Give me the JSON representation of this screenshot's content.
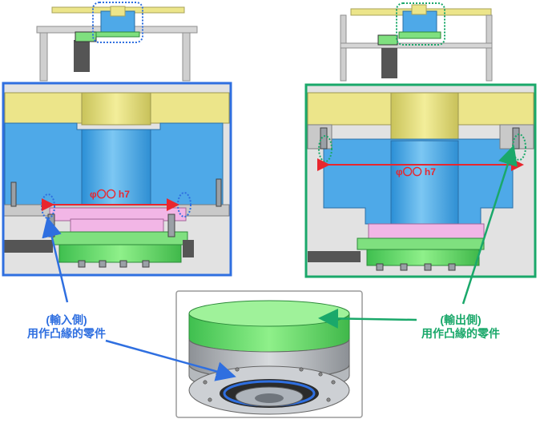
{
  "labels": {
    "input_side": {
      "line1": "(輸入側)",
      "line2": "用作凸緣的零件"
    },
    "output_side": {
      "line1": "(輸出側)",
      "line2": "用作凸緣的零件"
    }
  },
  "dimension_text": "φ〇〇 h7",
  "colors": {
    "blue_frame": "#2f6fe0",
    "green_frame": "#1aa86a",
    "dimension_red": "#e8262e",
    "part_blue": "#4ea9e8",
    "part_yellow": "#ece58a",
    "part_pink": "#f2b6e6",
    "part_green": "#7fe07f",
    "frame_grey": "#cfcfcf"
  }
}
